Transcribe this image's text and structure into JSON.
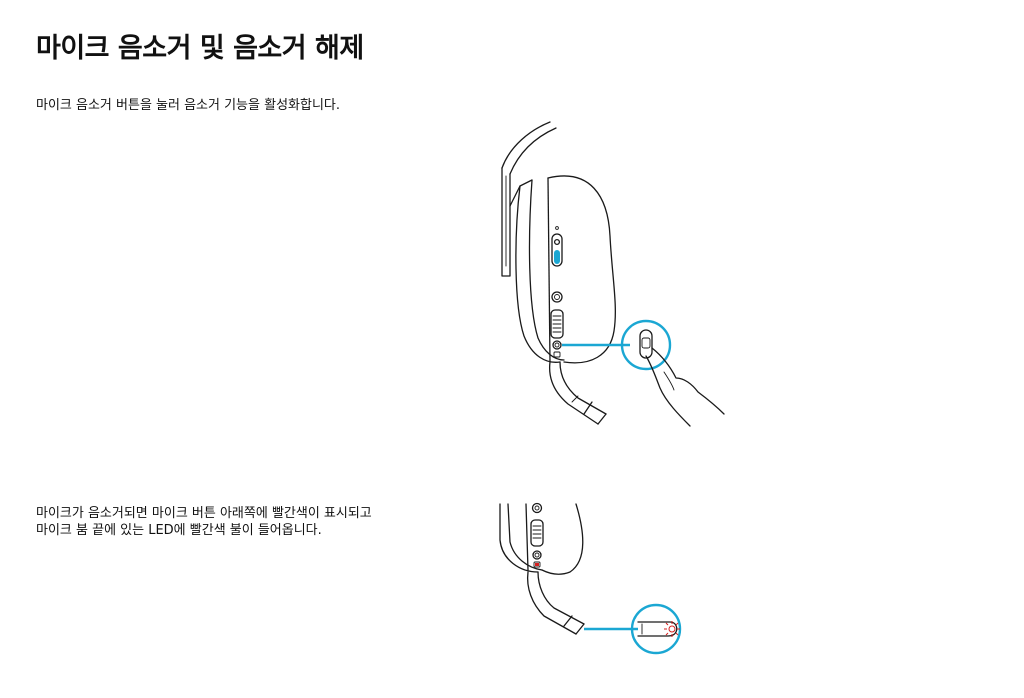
{
  "heading": "마이크 음소거 및 음소거 해제",
  "paragraph_1": "마이크 음소거 버튼을 눌러 음소거 기능을 활성화합니다.",
  "paragraph_2_line_1": "마이크가 음소거되면 마이크 버튼 아래쪽에 빨간색이 표시되고",
  "paragraph_2_line_2": "마이크 붐 끝에 있는 LED에 빨간색 불이 들어옵니다.",
  "colors": {
    "callout_accent": "#1ba7d3",
    "led_red": "#d62020",
    "text": "#111111"
  }
}
